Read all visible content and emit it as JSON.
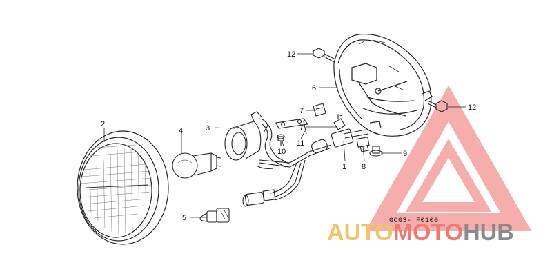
{
  "callouts": {
    "c1": "1",
    "c2": "2",
    "c3": "3",
    "c4": "4",
    "c5": "5",
    "c6": "6",
    "c7a": "7",
    "c7b": "7",
    "c8": "8",
    "c9": "9",
    "c10": "10",
    "c11": "11",
    "c12a": "12",
    "c12b": "12"
  },
  "diagram_code": "GCG3- F0100",
  "watermark": {
    "part1": "AUTO",
    "part2": "MOTO",
    "part3": "HUB",
    "color1": "#f2c46a",
    "color2": "#f07a72",
    "color3": "#8a8a8a",
    "logo_color": "#f06d6a"
  }
}
